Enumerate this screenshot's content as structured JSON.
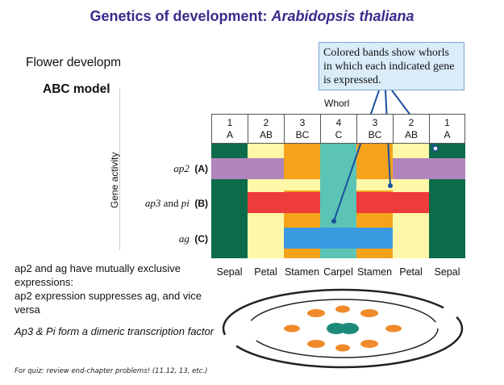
{
  "slide": {
    "title_main": "Genetics of development: ",
    "title_italic": "Arabidopsis thaliana",
    "left_heading": "Flower developm",
    "model_title": "ABC model",
    "callout_text": "Colored bands show whorls in which each indicated gene is expressed.",
    "whorl_axis_label": "Whorl",
    "gene_activity_label": "Gene activity",
    "whorls": [
      {
        "num": "1",
        "code": "A"
      },
      {
        "num": "2",
        "code": "AB"
      },
      {
        "num": "3",
        "code": "BC"
      },
      {
        "num": "4",
        "code": "C"
      },
      {
        "num": "3",
        "code": "BC"
      },
      {
        "num": "2",
        "code": "AB"
      },
      {
        "num": "1",
        "code": "A"
      }
    ],
    "organs": [
      "Sepal",
      "Petal",
      "Stamen",
      "Carpel",
      "Stamen",
      "Petal",
      "Sepal"
    ],
    "genes": {
      "ap2": {
        "name": "ap2",
        "class": "(A)"
      },
      "ap3pi": {
        "name1": "ap3",
        "and": " and ",
        "name2": "pi",
        "class": "(B)"
      },
      "ag": {
        "name": "ag",
        "class": "(C)"
      }
    },
    "notes": {
      "line1": "ap2 and ag have mutually exclusive expressions:",
      "line2": "ap2 expression suppresses  ag, and vice versa",
      "line3": "Ap3 & Pi form a dimeric transcription factor"
    },
    "quiz_note": "For quiz: review end-chapter problems! (11.12, 13, etc.)"
  },
  "colors": {
    "title": "#3a2a8c",
    "sepal_green": "#0e6b4a",
    "petal_yellow": "#fff7a8",
    "stamen_orange": "#f6a31c",
    "carpel_teal": "#5cc4b4",
    "ap2_purple": "#b184bd",
    "ap3pi_red": "#ee3b3b",
    "ag_blue": "#3a9ae0",
    "callout_bg": "#d9ecf8",
    "pointer_line": "#1a4fa0"
  }
}
